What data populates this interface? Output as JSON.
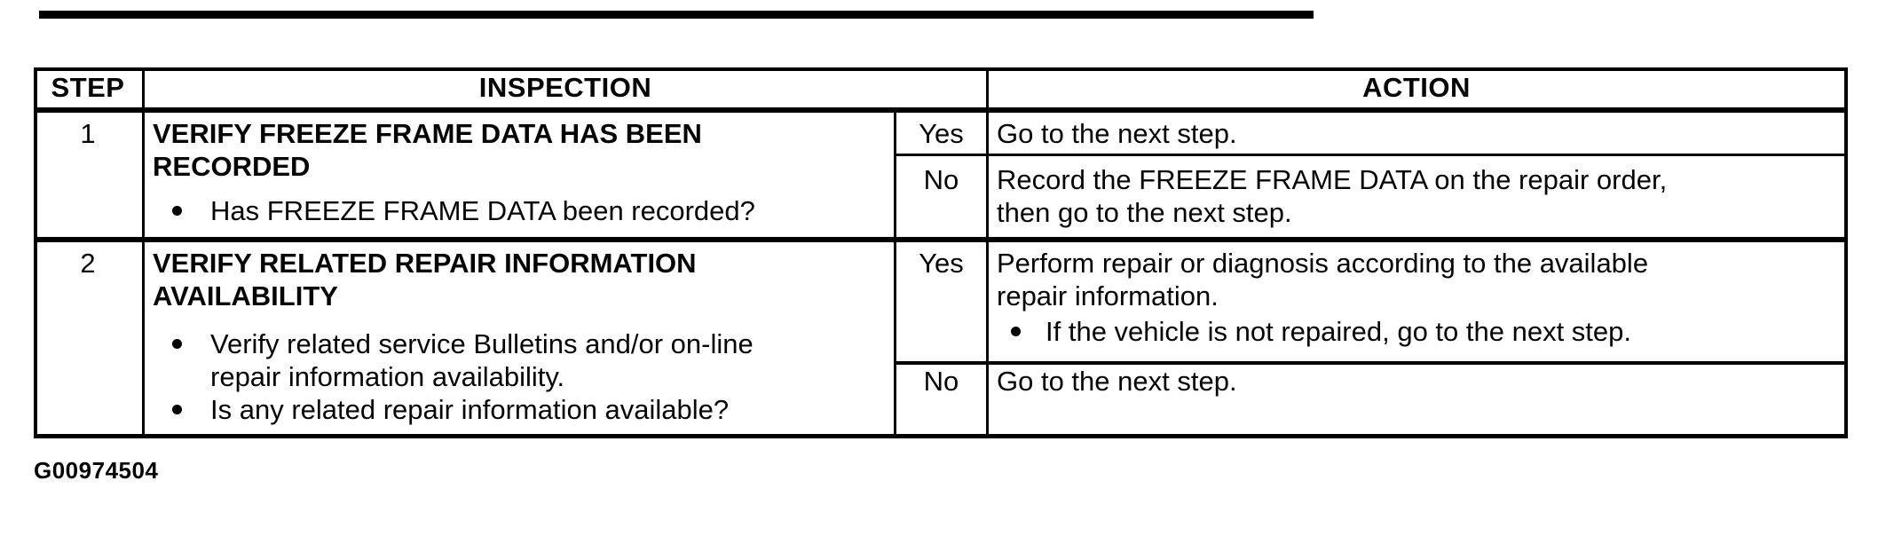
{
  "artifact": {
    "top_bar": "scan-artifact-bar"
  },
  "table": {
    "headers": {
      "step": "STEP",
      "inspection": "INSPECTION",
      "action": "ACTION"
    },
    "steps": [
      {
        "number": "1",
        "title_lines": "VERIFY FREEZE FRAME DATA HAS BEEN\nRECORDED",
        "bullets": [
          "Has FREEZE FRAME DATA been recorded?"
        ],
        "yes_label": "Yes",
        "no_label": "No",
        "yes_action": {
          "text_lines": "Go to the next step."
        },
        "no_action": {
          "text_lines": "Record the FREEZE FRAME DATA on the repair order,\nthen go to the next step."
        }
      },
      {
        "number": "2",
        "title_lines": "VERIFY RELATED REPAIR INFORMATION\nAVAILABILITY",
        "bullets": [
          "Verify related service Bulletins and/or on-line repair information availability.",
          "Is any related repair information available?"
        ],
        "bullet_lines": [
          "Verify related service Bulletins and/or on-line\nrepair information availability.",
          "Is any related repair information available?"
        ],
        "yes_label": "Yes",
        "no_label": "No",
        "yes_action": {
          "text_lines": "Perform repair or diagnosis according to the available\nrepair information.",
          "bullets": [
            "If the vehicle is not repaired, go to the next step."
          ]
        },
        "no_action": {
          "text_lines": "Go to the next step."
        }
      }
    ]
  },
  "caption": "G00974504"
}
